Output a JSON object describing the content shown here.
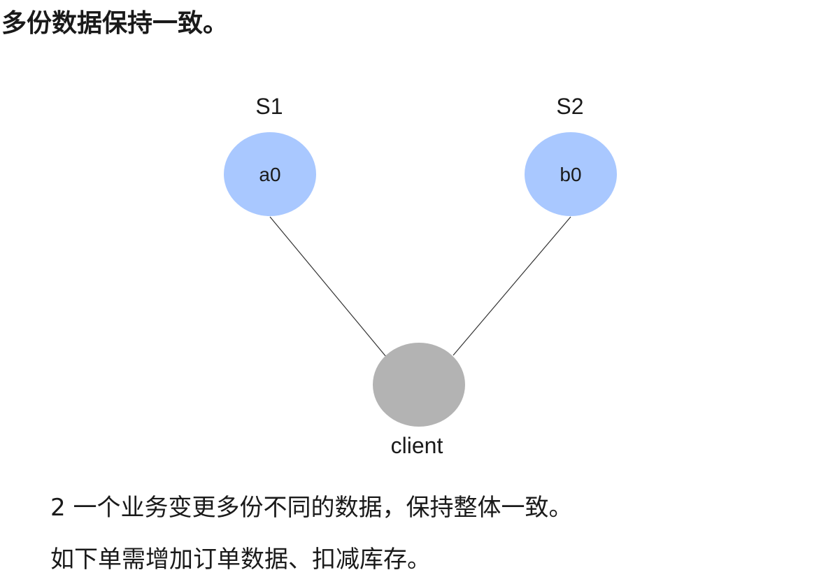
{
  "heading": "多份数据保持一致。",
  "diagram": {
    "nodes": {
      "s1": {
        "label": "S1",
        "value": "a0",
        "color": "#a9c8ff"
      },
      "s2": {
        "label": "S2",
        "value": "b0",
        "color": "#a9c8ff"
      },
      "client": {
        "label": "client",
        "color": "#b3b3b3"
      }
    },
    "edges": [
      {
        "from": "s1",
        "to": "client"
      },
      {
        "from": "s2",
        "to": "client"
      }
    ]
  },
  "paragraphs": [
    "2 一个业务变更多份不同的数据，保持整体一致。",
    "如下单需增加订单数据、扣减库存。"
  ]
}
